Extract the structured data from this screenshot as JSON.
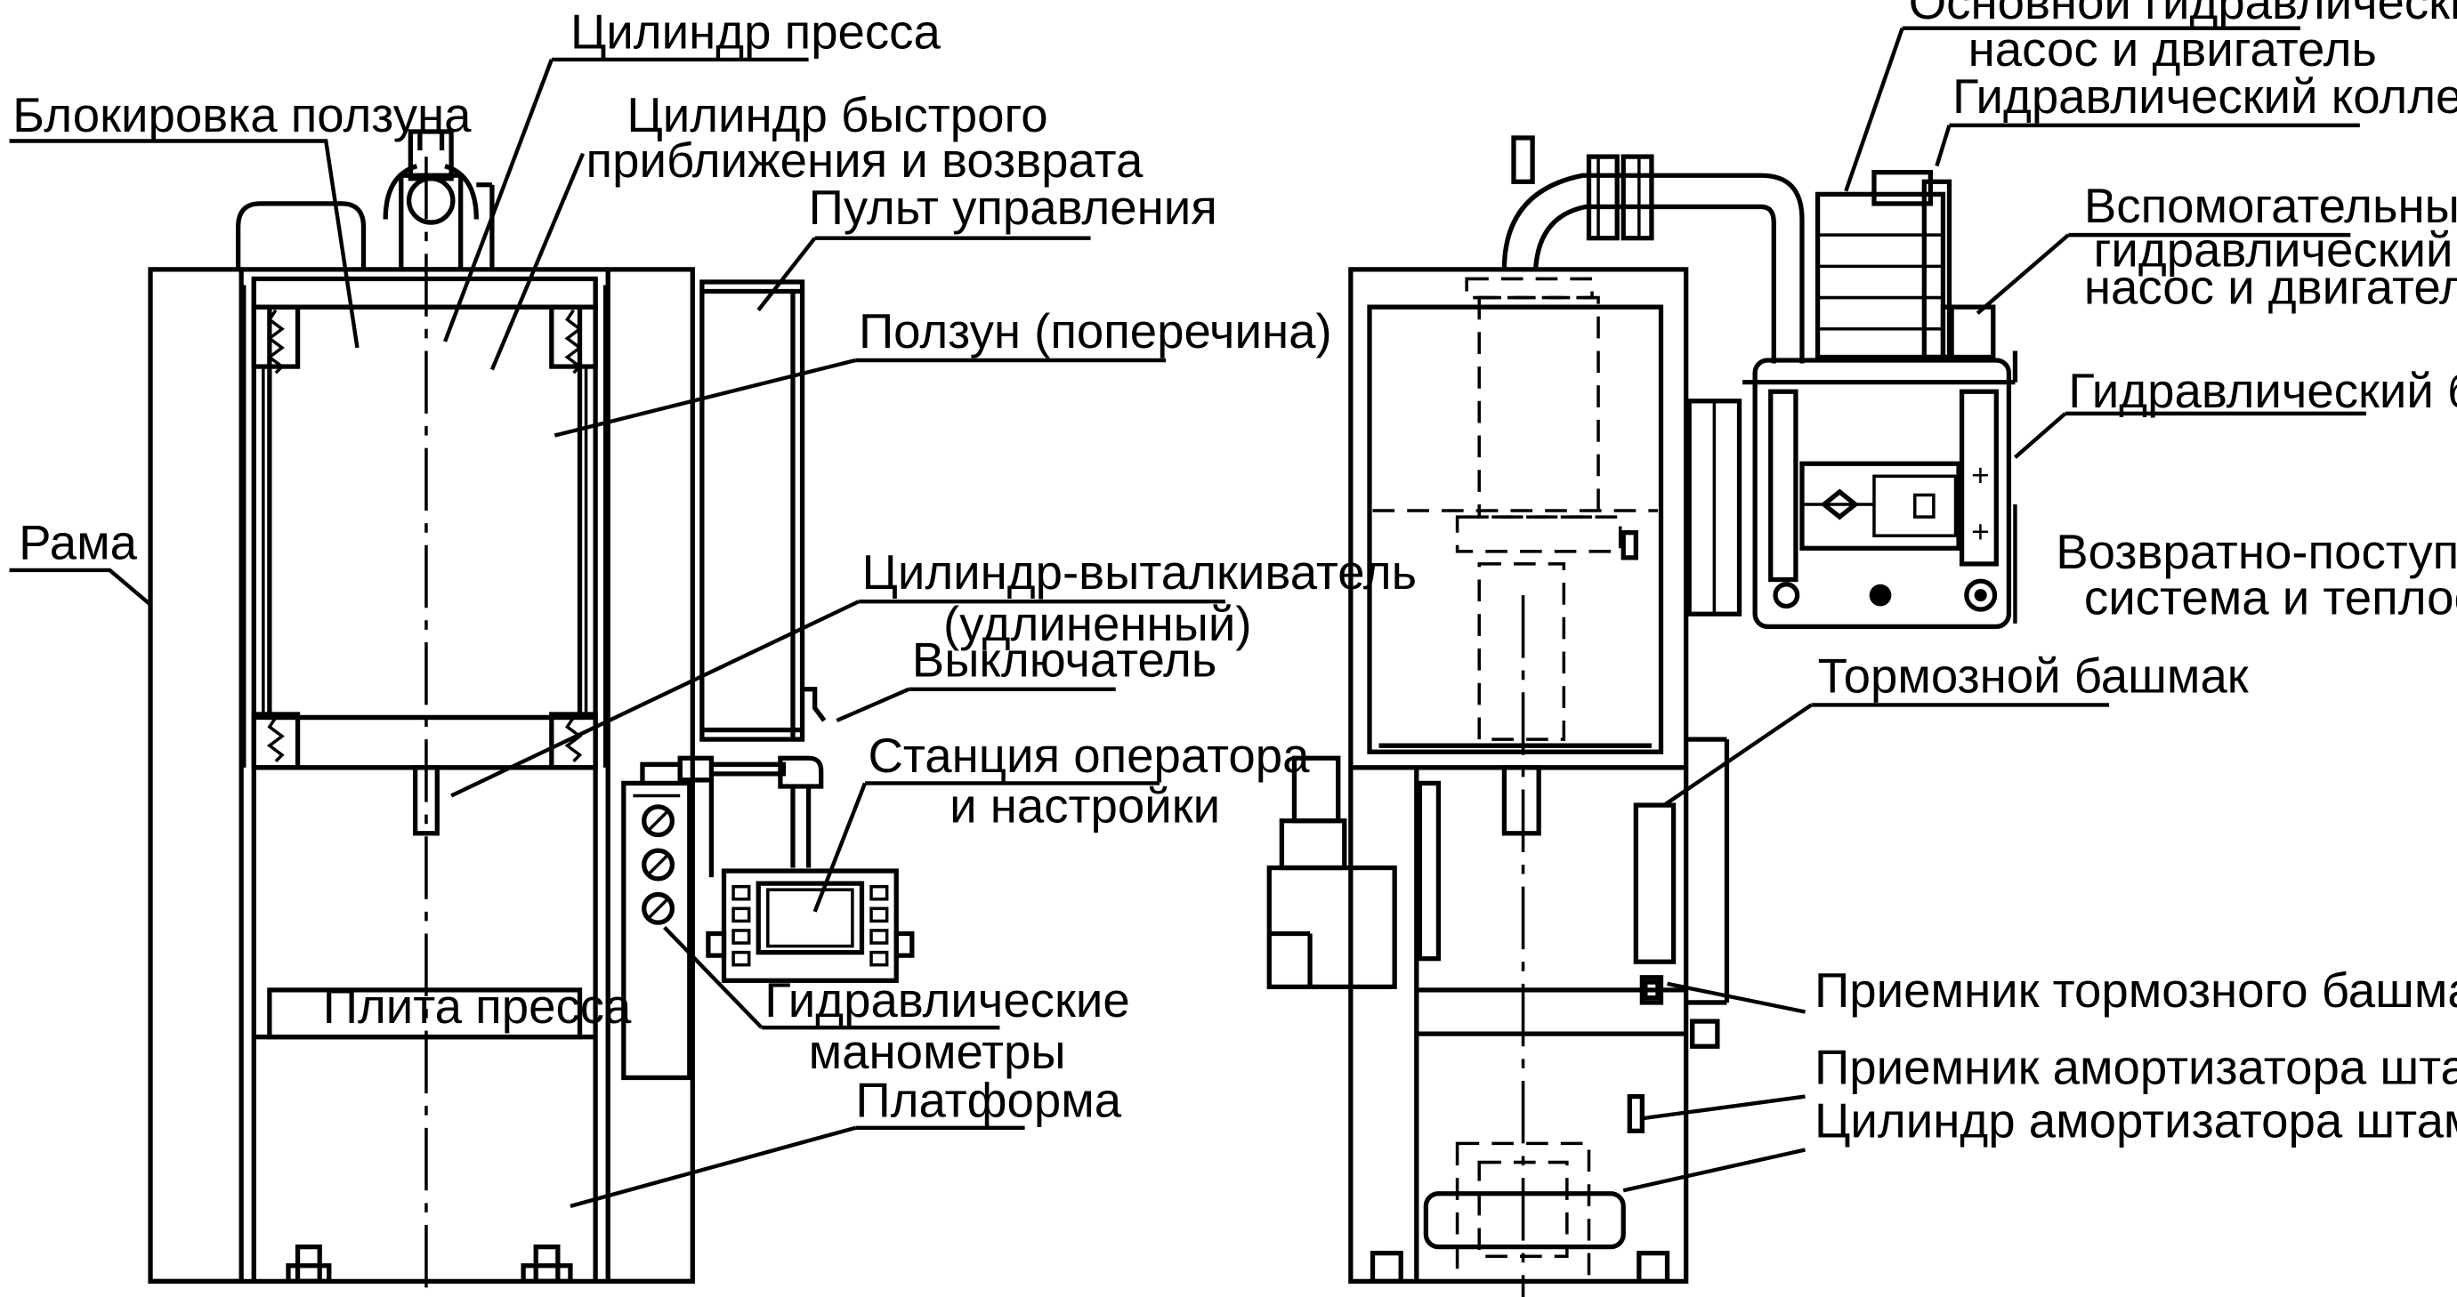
{
  "labels": {
    "press_cylinder": "Цилиндр пресса",
    "slide_lock": "Блокировка ползуна",
    "fast_cylinder_l1": "Цилиндр быстрого",
    "fast_cylinder_l2": "приближения и возврата",
    "control_panel": "Пульт управления",
    "slide": "Ползун (поперечина)",
    "frame": "Рама",
    "ejector_l1": "Цилиндр-выталкиватель",
    "ejector_l2": "(удлиненный)",
    "switch": "Выключатель",
    "operator_l1": "Станция оператора",
    "operator_l2": "и настройки",
    "bolster": "Плита пресса",
    "gauges_l1": "Гидравлические",
    "gauges_l2": "манометры",
    "platform": "Платформа",
    "main_pump_l1": "Основной гидравлический",
    "main_pump_l2": "насос и двигатель",
    "manifold": "Гидравлический коллектор",
    "aux_pump_l1": "Вспомогательный",
    "aux_pump_l2": "гидравлический",
    "aux_pump_l3": "насос и двигатель",
    "tank": "Гидравлический бак",
    "recip_l1": "Возвратно-поступательная",
    "recip_l2": "система и теплообменник",
    "brake_shoe": "Тормозной башмак",
    "brake_receiver": "Приемник тормозного башмака",
    "cushion_receiver": "Приемник амортизатора штампа",
    "cushion_cylinder": "Цилиндр амортизатора штампа"
  },
  "colors": {
    "ink": "#000000",
    "paper": "#ffffff"
  }
}
